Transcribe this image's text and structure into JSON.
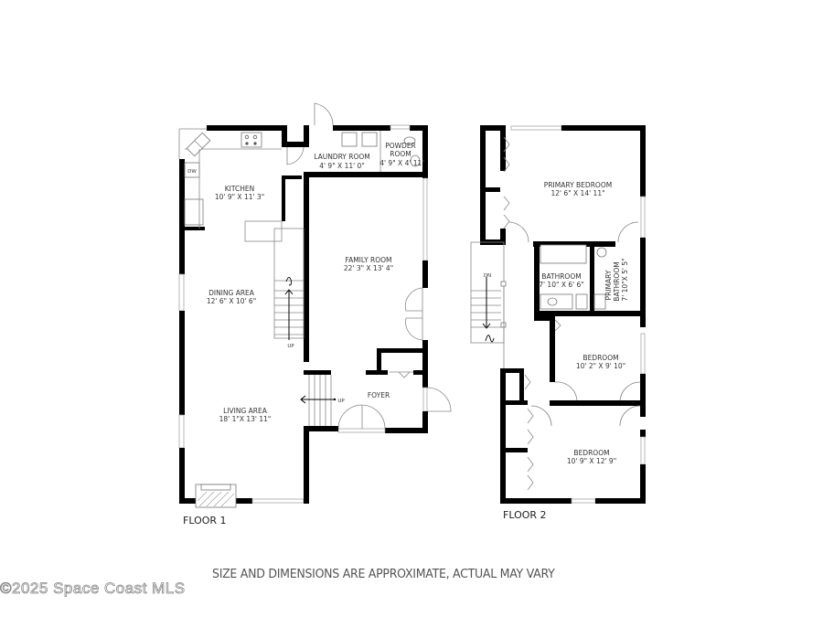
{
  "floors": [
    {
      "label": "FLOOR 1",
      "rooms": [
        {
          "name": "KITCHEN",
          "dims": "10' 9\" X 11' 3\""
        },
        {
          "name": "LAUNDRY ROOM",
          "dims": "4' 9\" X 11' 0\""
        },
        {
          "name": "POWDER",
          "name2": "ROOM",
          "dims": "4' 9\" X 4' 11\""
        },
        {
          "name": "FAMILY ROOM",
          "dims": "22' 3\" X 13' 4\""
        },
        {
          "name": "DINING AREA",
          "dims": "12' 6\" X 10' 6\""
        },
        {
          "name": "LIVING AREA",
          "dims": "18' 1\"X  13' 11\""
        },
        {
          "name": "FOYER"
        }
      ],
      "annotations": {
        "dw": "DW",
        "stairs_up_1": "UP",
        "stairs_up_2": "UP"
      }
    },
    {
      "label": "FLOOR 2",
      "rooms": [
        {
          "name": "PRIMARY BEDROOM",
          "dims": "12' 6\" X 14' 11\""
        },
        {
          "name": "BATHROOM",
          "dims": "7' 10\" X 6' 6\""
        },
        {
          "name": "PRIMARY",
          "name2": "BATHROOM",
          "dims": "7' 10\"X  5' 5\""
        },
        {
          "name": "BEDROOM",
          "dims": "10' 2\" X 9' 10\""
        },
        {
          "name": "BEDROOM",
          "dims": "10' 9\" X 12' 9\""
        }
      ],
      "annotations": {
        "stairs_down": "DN"
      }
    }
  ],
  "footer": {
    "disclaimer": "SIZE AND DIMENSIONS ARE APPROXIMATE, ACTUAL MAY VARY",
    "copyright": "©2025 Space Coast MLS"
  }
}
